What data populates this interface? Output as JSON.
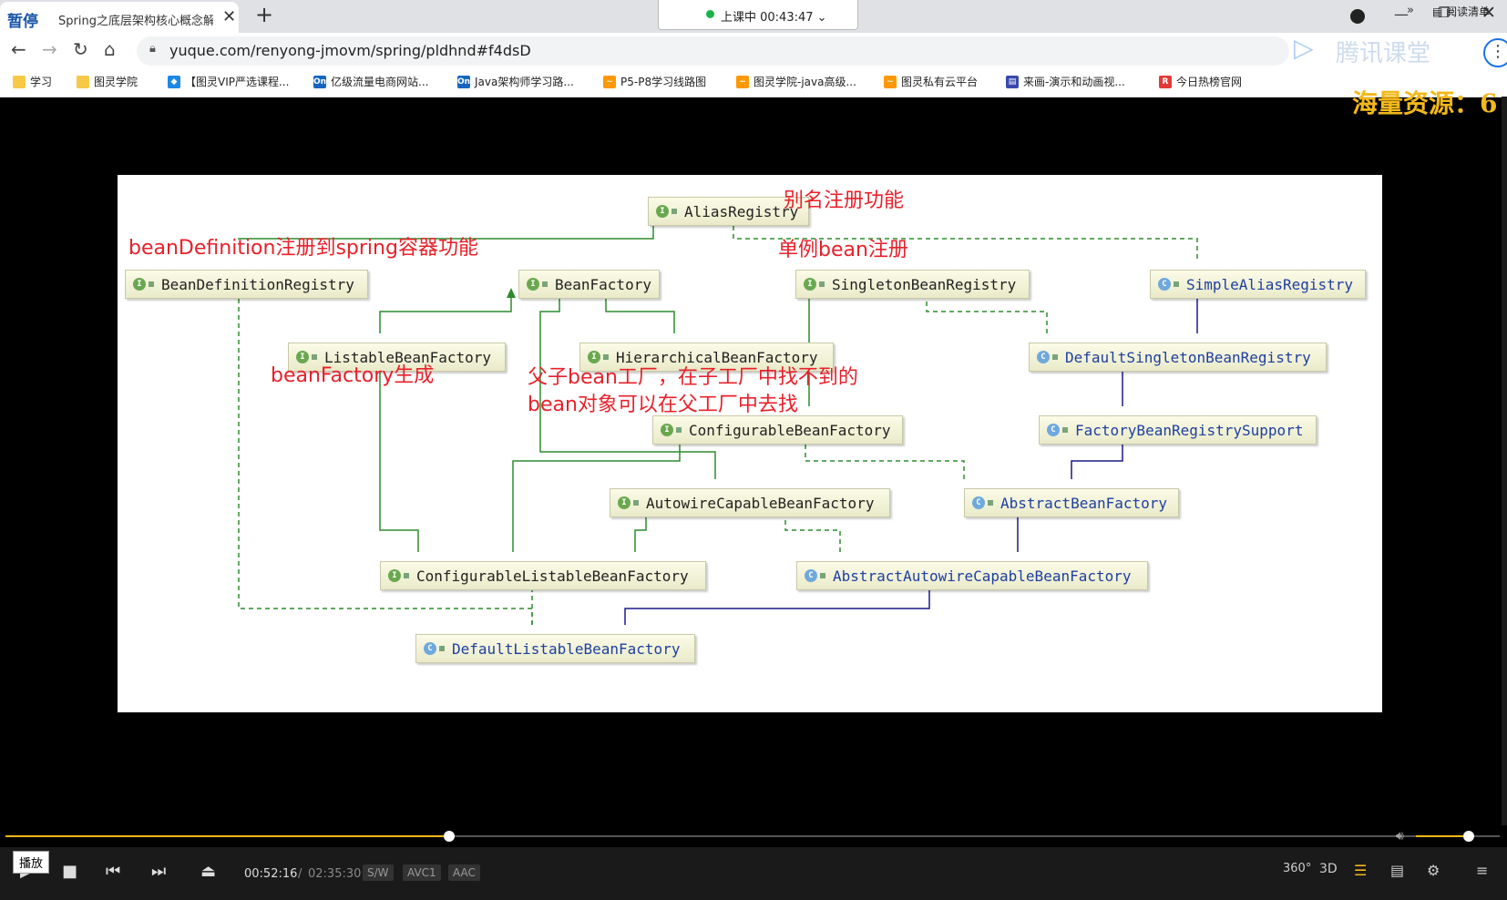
{
  "browser": {
    "tab_pause_label": "暂停",
    "tab_title": "Spring之底层架构核心概念解析",
    "timer_text": "上课中 00:43:47 ⌄",
    "url": "yuque.com/renyong-jmovm/spring/pldhnd#f4dsD",
    "extension_label": "腾讯课堂",
    "bookmarks": [
      {
        "label": "学习",
        "color": "#f7c948",
        "glyph": ""
      },
      {
        "label": "图灵学院",
        "color": "#f7c948",
        "glyph": ""
      },
      {
        "label": "【图灵VIP严选课程...",
        "color": "#1e88e5",
        "glyph": "◆"
      },
      {
        "label": "亿级流量电商网站...",
        "color": "#1565c0",
        "glyph": "On"
      },
      {
        "label": "Java架构师学习路...",
        "color": "#1565c0",
        "glyph": "On"
      },
      {
        "label": "P5-P8学习线路图",
        "color": "#ff9800",
        "glyph": "~"
      },
      {
        "label": "图灵学院-java高级...",
        "color": "#ff9800",
        "glyph": "~"
      },
      {
        "label": "图灵私有云平台",
        "color": "#ff9800",
        "glyph": "~"
      },
      {
        "label": "来画-演示和动画视...",
        "color": "#3949ab",
        "glyph": "▤"
      },
      {
        "label": "今日热榜官网",
        "color": "#e53935",
        "glyph": "R"
      }
    ],
    "bookmarks_more": "»",
    "reading_list": "阅读清单",
    "watermark": "海量资源：6"
  },
  "diagram": {
    "nodes": [
      {
        "id": "alias-registry",
        "label": "AliasRegistry",
        "kind": "i"
      },
      {
        "id": "bean-definition-registry",
        "label": "BeanDefinitionRegistry",
        "kind": "i"
      },
      {
        "id": "bean-factory",
        "label": "BeanFactory",
        "kind": "i"
      },
      {
        "id": "singleton-bean-registry",
        "label": "SingletonBeanRegistry",
        "kind": "i"
      },
      {
        "id": "simple-alias-registry",
        "label": "SimpleAliasRegistry",
        "kind": "c"
      },
      {
        "id": "listable-bean-factory",
        "label": "ListableBeanFactory",
        "kind": "i"
      },
      {
        "id": "hierarchical-bean-factory",
        "label": "HierarchicalBeanFactory",
        "kind": "i"
      },
      {
        "id": "default-singleton-bean-registry",
        "label": "DefaultSingletonBeanRegistry",
        "kind": "c"
      },
      {
        "id": "configurable-bean-factory",
        "label": "ConfigurableBeanFactory",
        "kind": "i"
      },
      {
        "id": "factory-bean-registry-support",
        "label": "FactoryBeanRegistrySupport",
        "kind": "c"
      },
      {
        "id": "autowire-capable-bean-factory",
        "label": "AutowireCapableBeanFactory",
        "kind": "i"
      },
      {
        "id": "abstract-bean-factory",
        "label": "AbstractBeanFactory",
        "kind": "c"
      },
      {
        "id": "configurable-listable-bean-factory",
        "label": "ConfigurableListableBeanFactory",
        "kind": "i"
      },
      {
        "id": "abstract-autowire-capable-bean-factory",
        "label": "AbstractAutowireCapableBeanFactory",
        "kind": "c"
      },
      {
        "id": "default-listable-bean-factory",
        "label": "DefaultListableBeanFactory",
        "kind": "c"
      }
    ],
    "notes": {
      "alias": "别名注册功能",
      "bean_definition": "beanDefinition注册到spring容器功能",
      "singleton": "单例bean注册",
      "bean_factory": "beanFactory生成",
      "parent_line1": "父子bean工厂，在子工厂中找不到的",
      "parent_line2": "bean对象可以在父工厂中去找"
    },
    "icon_letters": {
      "interface": "I",
      "class": "C"
    },
    "colors": {
      "interface_edge": "#2e8b2e",
      "class_edge": "#1a1a8c",
      "note": "#e8212b"
    }
  },
  "player": {
    "progress": 0.297,
    "volume": 0.72,
    "play_tooltip": "播放",
    "time_current": "00:52:16",
    "time_separator": "/",
    "time_total": "02:35:30",
    "tags": [
      "S/W",
      "AVC1",
      "AAC"
    ],
    "right_icons": {
      "vr": "360°",
      "three_d": "3D"
    }
  }
}
